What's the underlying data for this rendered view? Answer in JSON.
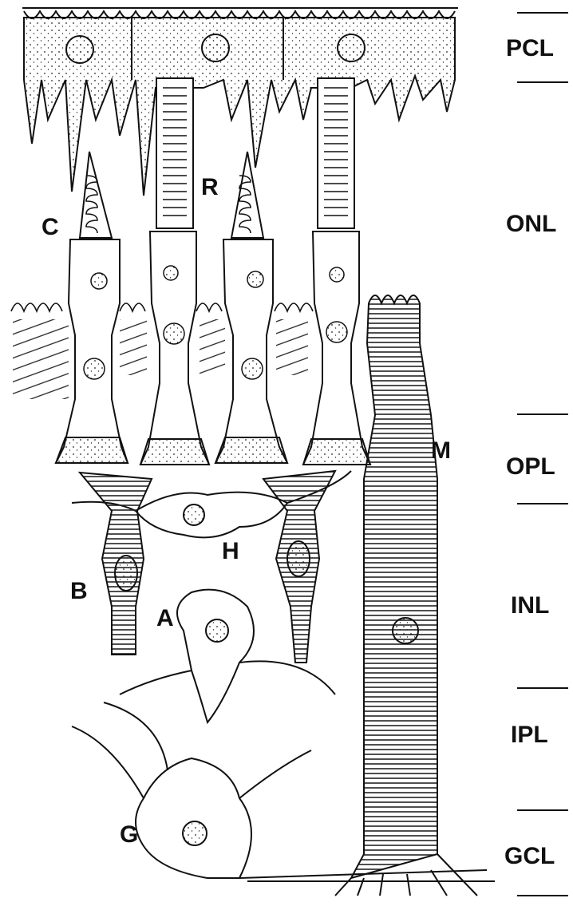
{
  "diagram": {
    "cell_labels": {
      "cone": "C",
      "rod": "R",
      "muller": "M",
      "horizontal": "H",
      "bipolar": "B",
      "amacrine": "A",
      "ganglion": "G"
    },
    "layer_labels": [
      "PCL",
      "ONL",
      "OPL",
      "INL",
      "IPL",
      "GCL"
    ]
  }
}
